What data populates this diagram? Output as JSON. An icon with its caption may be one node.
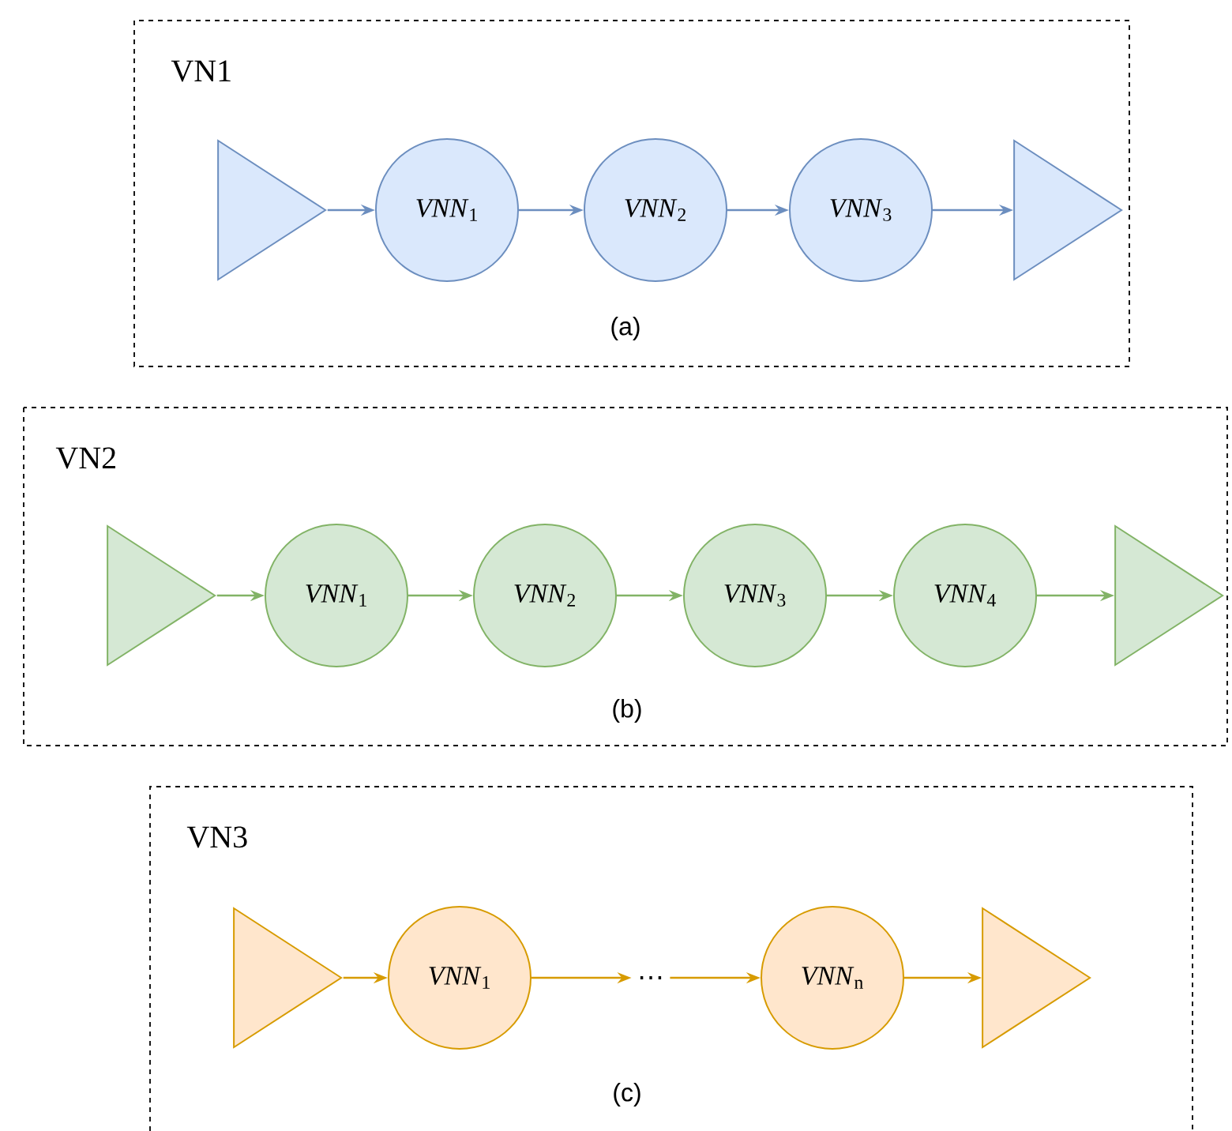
{
  "diagram": {
    "nodes": [
      {
        "text": [
          "VN1",
          "(a)"
        ]
      },
      {
        "text": [],
        "shape": "triangle",
        "in": 0
      },
      {
        "text": [
          "*VNN*$_{1}$"
        ],
        "in": 0
      },
      {
        "text": [
          "*VNN*$_{2}$"
        ],
        "in": 0
      },
      {
        "text": [
          "*VNN*$_{3}$"
        ],
        "in": 0
      },
      {
        "text": [],
        "shape": "triangle",
        "in": 0
      },
      {
        "text": [
          "VN2",
          "(b)"
        ]
      },
      {
        "text": [],
        "shape": "triangle",
        "in": 6
      },
      {
        "text": [
          "*VNN*$_{1}$"
        ],
        "in": 6
      },
      {
        "text": [
          "*VNN*$_{2}$"
        ],
        "in": 6
      },
      {
        "text": [
          "*VNN*$_{3}$"
        ],
        "in": 6
      },
      {
        "text": [
          "*VNN*$_{4}$"
        ],
        "in": 6
      },
      {
        "text": [],
        "shape": "triangle",
        "in": 6
      },
      {
        "text": [
          "VN3",
          "(c)"
        ]
      },
      {
        "text": [],
        "shape": "triangle",
        "in": 13
      },
      {
        "text": [
          "*VNN*$_{1}$"
        ],
        "in": 13
      },
      {
        "text": [
          "…"
        ],
        "in": 13
      },
      {
        "text": [
          "*VNN*$_{n}$"
        ],
        "in": 13
      },
      {
        "text": [],
        "shape": "triangle",
        "in": 13
      }
    ],
    "edges": [
      {
        "from": 1,
        "to": 2,
        "arrow": "to",
        "color": "#6c8ebf"
      },
      {
        "from": 2,
        "to": 3,
        "arrow": "to",
        "color": "#6c8ebf"
      },
      {
        "from": 3,
        "to": 4,
        "arrow": "to",
        "color": "#6c8ebf"
      },
      {
        "from": 4,
        "to": 5,
        "arrow": "to",
        "color": "#6c8ebf"
      },
      {
        "from": 7,
        "to": 8,
        "arrow": "to",
        "color": "#82b366"
      },
      {
        "from": 8,
        "to": 9,
        "arrow": "to",
        "color": "#82b366"
      },
      {
        "from": 9,
        "to": 10,
        "arrow": "to",
        "color": "#82b366"
      },
      {
        "from": 10,
        "to": 11,
        "arrow": "to",
        "color": "#82b366"
      },
      {
        "from": 11,
        "to": 12,
        "arrow": "to",
        "color": "#82b366"
      },
      {
        "from": 14,
        "to": 15,
        "arrow": "to",
        "color": "#d79b00"
      },
      {
        "from": 15,
        "to": 16,
        "arrow": "to",
        "color": "#d79b00"
      },
      {
        "from": 16,
        "to": 17,
        "arrow": "to",
        "color": "#d79b00"
      },
      {
        "from": 17,
        "to": 18,
        "arrow": "to",
        "color": "#d79b00"
      }
    ]
  }
}
